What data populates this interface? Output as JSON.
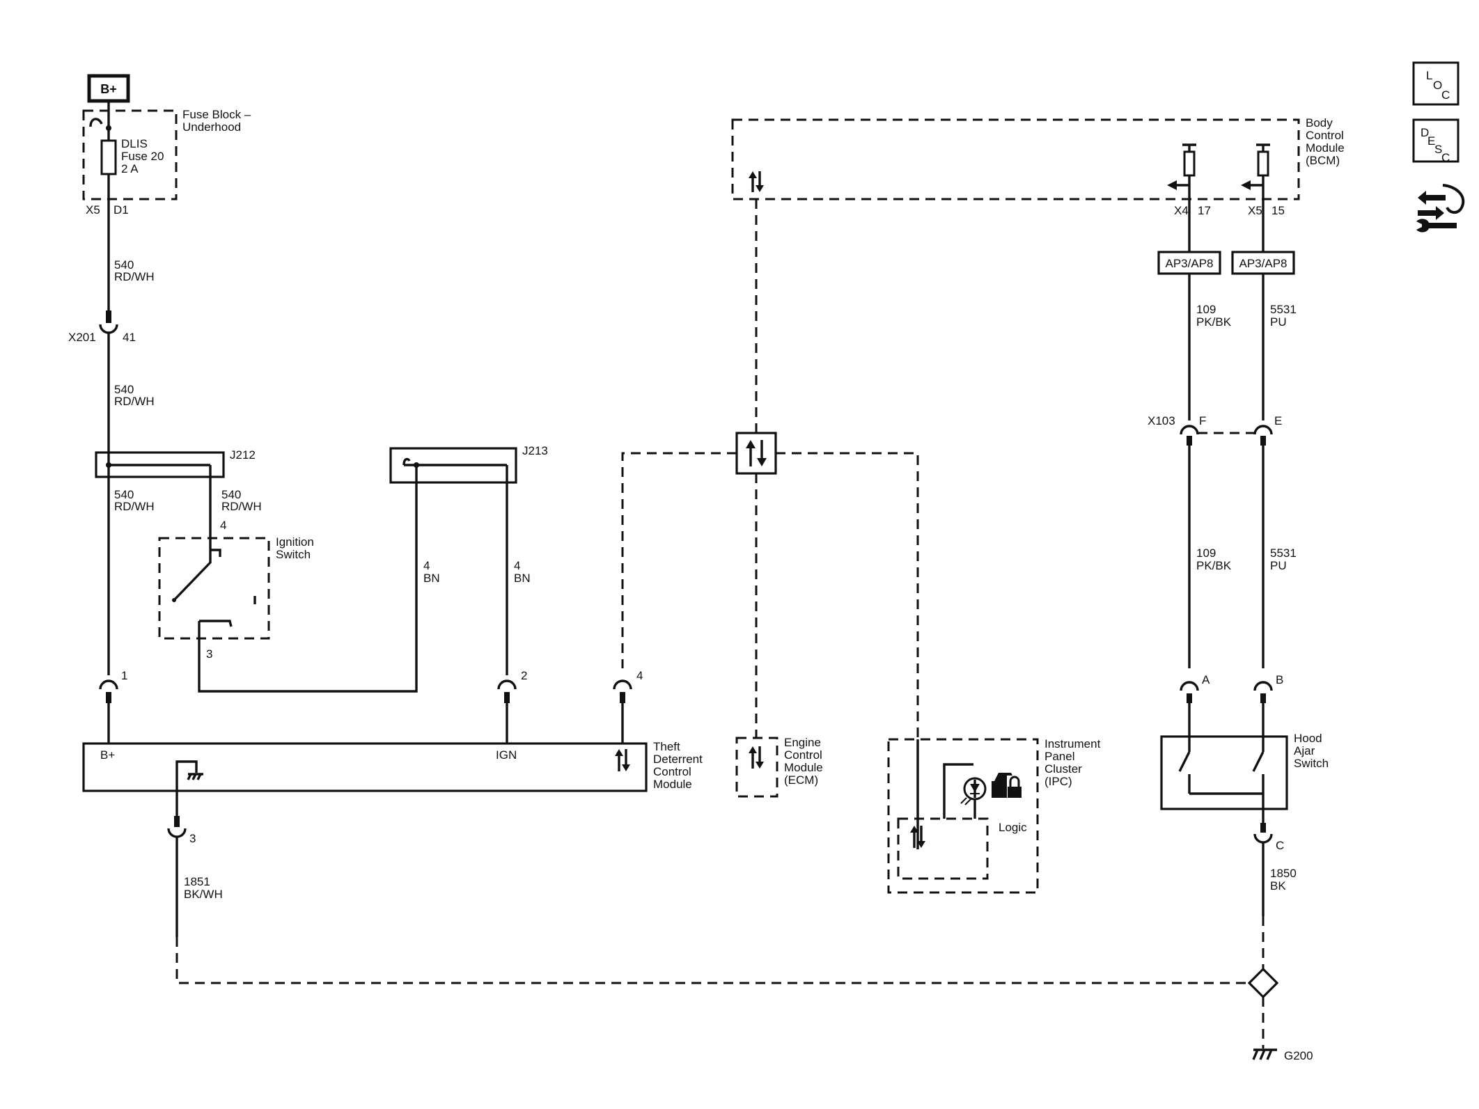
{
  "power": {
    "b_plus": "B+"
  },
  "fuse_block": {
    "title_l1": "Fuse Block –",
    "title_l2": "Underhood",
    "fuse_l1": "DLIS",
    "fuse_l2": "Fuse 20",
    "fuse_l3": "2 A",
    "conn": "X5",
    "pin": "D1"
  },
  "wires": {
    "w540_a": {
      "num": "540",
      "color": "RD/WH"
    },
    "w540_b": {
      "num": "540",
      "color": "RD/WH"
    },
    "w540_c": {
      "num": "540",
      "color": "RD/WH"
    },
    "w540_d": {
      "num": "540",
      "color": "RD/WH"
    },
    "w4bn_a": {
      "num": "4",
      "color": "BN"
    },
    "w4bn_b": {
      "num": "4",
      "color": "BN"
    },
    "w1851": {
      "num": "1851",
      "color": "BK/WH"
    },
    "w109_a": {
      "num": "109",
      "color": "PK/BK"
    },
    "w109_b": {
      "num": "109",
      "color": "PK/BK"
    },
    "w5531_a": {
      "num": "5531",
      "color": "PU"
    },
    "w5531_b": {
      "num": "5531",
      "color": "PU"
    },
    "w1850": {
      "num": "1850",
      "color": "BK"
    }
  },
  "connectors": {
    "x201": "X201",
    "x201_pin": "41",
    "j212": "J212",
    "j213": "J213",
    "x103": "X103",
    "x103_f": "F",
    "x103_e": "E",
    "bcm_x4": "X4",
    "bcm_x4_pin": "17",
    "bcm_x5": "X5",
    "bcm_x5_pin": "15",
    "ap_left": "AP3/AP8",
    "ap_right": "AP3/AP8"
  },
  "ignition_switch": {
    "l1": "Ignition",
    "l2": "Switch",
    "pin_top": "4",
    "pin_bottom": "3"
  },
  "tdcm": {
    "l1": "Theft",
    "l2": "Deterrent",
    "l3": "Control",
    "l4": "Module",
    "b_plus": "B+",
    "ign": "IGN",
    "pin1": "1",
    "pin2": "2",
    "pin3": "3",
    "pin4": "4"
  },
  "bcm": {
    "l1": "Body",
    "l2": "Control",
    "l3": "Module",
    "l4": "(BCM)"
  },
  "ecm": {
    "l1": "Engine",
    "l2": "Control",
    "l3": "Module",
    "l4": "(ECM)"
  },
  "ipc": {
    "l1": "Instrument",
    "l2": "Panel",
    "l3": "Cluster",
    "l4": "(IPC)",
    "logic": "Logic"
  },
  "hood_switch": {
    "l1": "Hood",
    "l2": "Ajar",
    "l3": "Switch",
    "pin_a": "A",
    "pin_b": "B",
    "pin_c": "C"
  },
  "ground": {
    "g200": "G200"
  },
  "side_icons": {
    "loc": {
      "L": "L",
      "O": "O",
      "C": "C"
    },
    "desc": {
      "D": "D",
      "E": "E",
      "S": "S",
      "C": "C"
    }
  }
}
